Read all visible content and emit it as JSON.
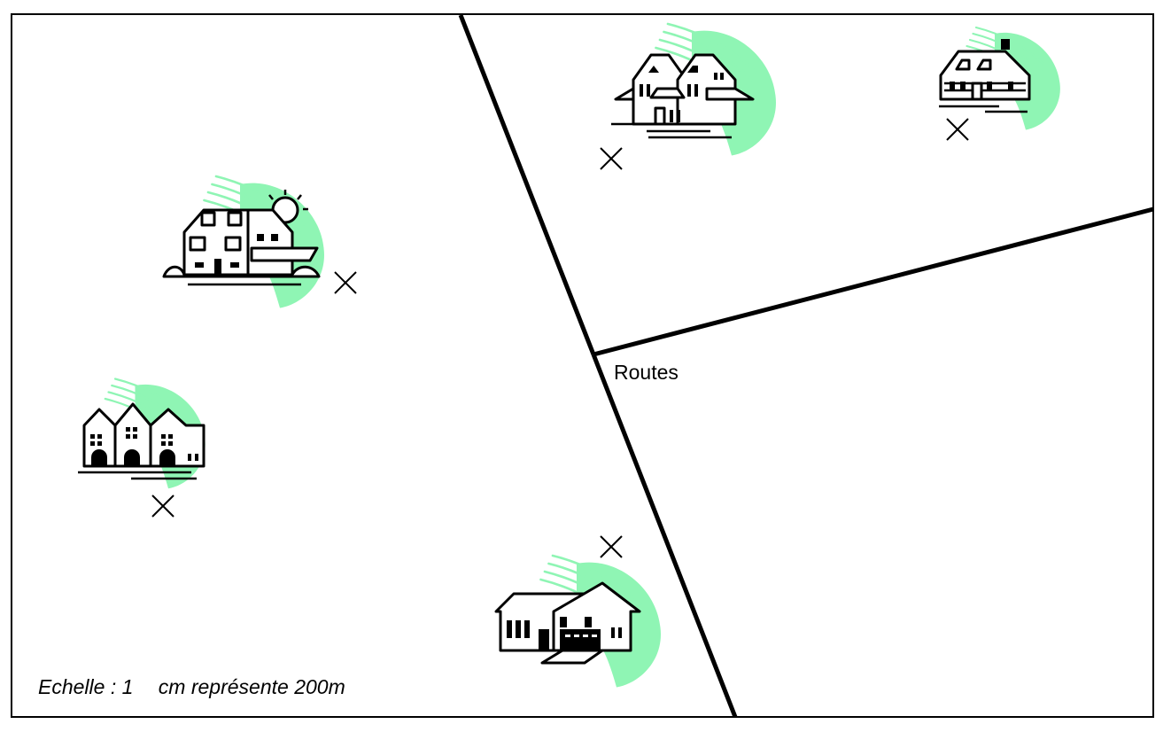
{
  "labels": {
    "routes": "Routes",
    "scale_prefix": "Echelle : 1",
    "scale_suffix": "cm représente 200m"
  },
  "icons": [
    "house-icon",
    "cross-marker-icon"
  ],
  "colors": {
    "border": "#000000",
    "road": "#000000",
    "house_accent": "#8ff5b4",
    "background": "#ffffff"
  }
}
